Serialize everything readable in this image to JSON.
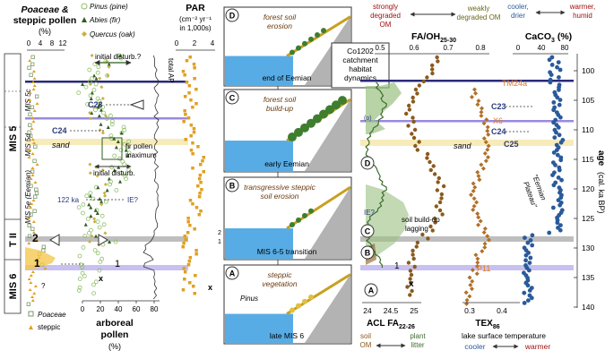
{
  "left": {
    "title": [
      "Poaceae &",
      "steppic pollen",
      "(%)"
    ],
    "top_ticks": [
      "0",
      "4",
      "8",
      "12"
    ],
    "legend": [
      "Pinus (pine)",
      "Abies (fir)",
      "Quercus (oak)"
    ],
    "bottom_legend": [
      "Poaceae",
      "steppic"
    ],
    "axis_label": [
      "arboreal",
      "pollen",
      "(%)"
    ],
    "bottom_ticks": [
      "0",
      "20",
      "40",
      "60",
      "80"
    ],
    "total_ap": "total AP",
    "stages": [
      "MIS 5c",
      "MIS 5d",
      "MIS 5e (Eemian)",
      "MIS 5",
      "T II",
      "MIS 6"
    ],
    "events": {
      "c23": "C23",
      "c24": "C24",
      "sand": "sand",
      "ka": "122 ka",
      "ie": "IE?",
      "initial_disturb_q": "initial disturb.?",
      "initial_disturb": "initial disturb.",
      "fir_max": "fir pollen maximum",
      "one": "1",
      "two": "2",
      "q": "?",
      "x": "x"
    }
  },
  "par": {
    "title": "PAR",
    "unit": "(cm⁻² yr⁻¹",
    "unit2": "in 1,000s)",
    "ticks": [
      "0",
      "2",
      "4"
    ],
    "x": "x"
  },
  "panels": [
    {
      "letter": "D",
      "label": "forest soil erosion",
      "caption": "end of Eemian"
    },
    {
      "letter": "C",
      "label": "forest soil build-up",
      "caption": "early Eemian"
    },
    {
      "letter": "B",
      "label": "transgressive steppic soil erosion",
      "caption": "MIS 6-5 transition"
    },
    {
      "letter": "A",
      "label": "steppic vegetation",
      "caption": "late MIS 6",
      "sub": "Pinus"
    }
  ],
  "co_box": [
    "Co1202",
    "catchment",
    "habitat",
    "dynamics"
  ],
  "boundaries": [
    "2",
    "1"
  ],
  "right": {
    "fa_title": "FA/OH",
    "fa_sub": "25-30",
    "fa_ticks": [
      "0.5",
      "0.6",
      "0.7",
      "0.8"
    ],
    "strong": [
      "strongly",
      "degraded",
      "OM"
    ],
    "weak": [
      "weakly",
      "degraded OM"
    ],
    "caco3": "CaCO",
    "caco3_unit": " (%)",
    "caco3_ticks": [
      "0",
      "40",
      "80"
    ],
    "cool_dry": [
      "cooler,",
      "drier"
    ],
    "warm_humid": [
      "warmer,",
      "humid"
    ],
    "labels": {
      "tm24a": "TM24a",
      "c23": "C23",
      "x6": "X6",
      "c24": "C24",
      "c25": "C25",
      "sand": "sand",
      "ie": "IE?",
      "lag": [
        "soil build-up",
        "lagging"
      ],
      "p11": "P11",
      "eemian": "\"Eemian",
      "plateau": "Plateau\"",
      "x": "x",
      "o": "(o)",
      "one": "1"
    },
    "acl_ticks": [
      "24",
      "24.5",
      "25"
    ],
    "acl_title": "ACL FA",
    "acl_sub": "22-26",
    "soil": [
      "soil",
      "OM"
    ],
    "plant": [
      "plant",
      "litter"
    ],
    "tex_ticks": [
      "0.3",
      "0.4"
    ],
    "tex_title": "TEX",
    "tex_sub": "86",
    "lst": "lake surface temperature",
    "cooler": "cooler",
    "warmer": "warmer",
    "age_label": [
      "age",
      "(cal. ka BP)"
    ],
    "age_ticks": [
      "100",
      "105",
      "110",
      "115",
      "120",
      "125",
      "130",
      "135",
      "140"
    ]
  },
  "colors": {
    "poaceae": "#7a9a6a",
    "steppic": "#e0a020",
    "pinus": "#8fbf6a",
    "abies": "#2e5e1e",
    "quercus": "#c8b040",
    "par": "#e0a020",
    "fa": "#8a5a1e",
    "caco3": "#2a5a9a",
    "tex": "#8a5a1e",
    "acl": "#3e6e2e",
    "water": "#3a9ee0",
    "mud": "#b3b3b3"
  }
}
